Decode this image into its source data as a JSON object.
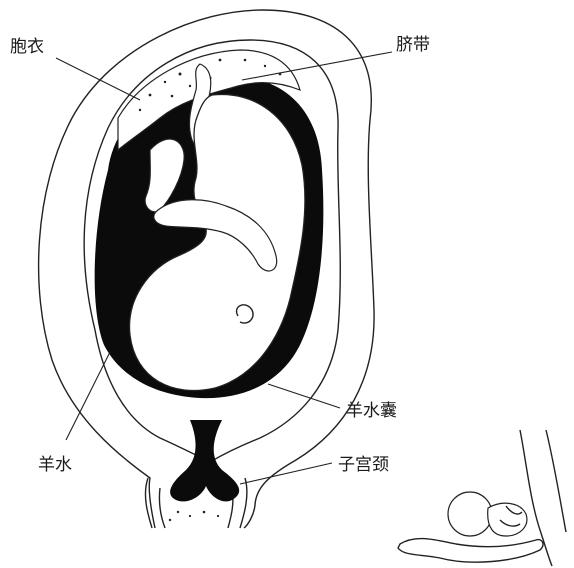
{
  "labels": {
    "placenta": "胞衣",
    "umbilical_cord": "脐带",
    "amniotic_sac": "羊水囊",
    "amniotic_fluid": "羊水",
    "cervix": "子宫颈"
  },
  "colors": {
    "ink": "#1a1a1a",
    "paper": "#ffffff"
  }
}
